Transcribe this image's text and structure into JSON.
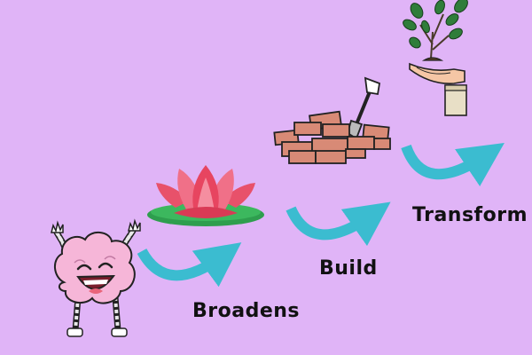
{
  "diagram": {
    "background_color": "#e0b4f7",
    "arrow_color": "#3bbcd0",
    "steps": [
      {
        "label": "Broadens",
        "icon": "lotus-icon"
      },
      {
        "label": "Build",
        "icon": "bricks-and-shovel-icon"
      },
      {
        "label": "Transform",
        "icon": "seedling-in-hand-icon"
      }
    ],
    "start_icon": "happy-brain-icon"
  }
}
